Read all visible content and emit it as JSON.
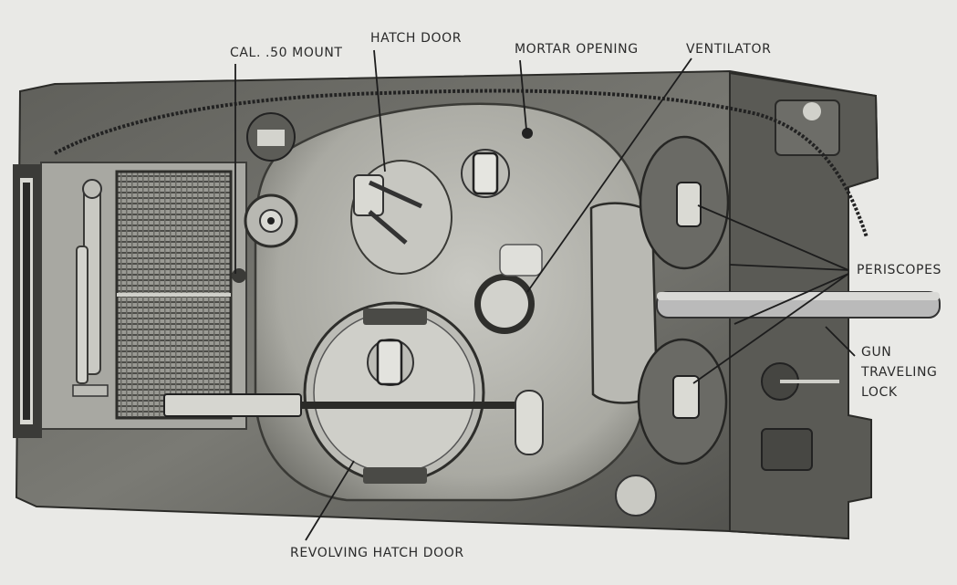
{
  "figure": {
    "labels": {
      "cal50_mount": "CAL. .50 MOUNT",
      "hatch_door": "HATCH DOOR",
      "mortar_opening": "MORTAR OPENING",
      "ventilator": "VENTILATOR",
      "periscopes": "PERISCOPES",
      "gun_traveling_lock_1": "GUN",
      "gun_traveling_lock_2": "TRAVELING",
      "gun_traveling_lock_3": "LOCK",
      "revolving_hatch_door": "REVOLVING HATCH DOOR"
    }
  }
}
